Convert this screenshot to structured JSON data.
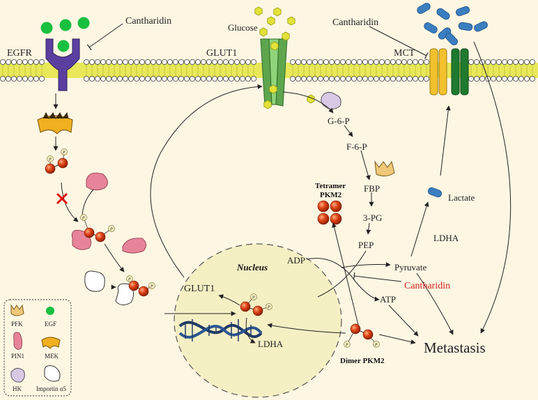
{
  "labels": {
    "egfr": "EGFR",
    "glut1_membrane": "GLUT1",
    "mct": "MCT",
    "cantharidin_egfr": "Cantharidin",
    "cantharidin_mct": "Cantharidin",
    "cantharidin_red": "Cantharidin",
    "glucose": "Glucose",
    "g6p": "G-6-P",
    "f6p": "F-6-P",
    "fbp": "FBP",
    "pg3": "3-PG",
    "pep": "PEP",
    "pyruvate": "Pyruvate",
    "adp": "ADP",
    "atp": "ATP",
    "lactate": "Lactate",
    "ldha_right": "LDHA",
    "tetramer_line1": "Tetramer",
    "tetramer_line2": "PKM2",
    "dimer": "Dimer PKM2",
    "nucleus": "Nucleus",
    "glut1_nucleus": "GLUT1",
    "ldha_nucleus": "LDHA",
    "metastasis": "Metastasis",
    "phospho": "P"
  },
  "legend": [
    {
      "icon": "pfk-icon",
      "label": "PFK"
    },
    {
      "icon": "egf-icon",
      "label": "EGF"
    },
    {
      "icon": "pin1-icon",
      "label": "PIN1"
    },
    {
      "icon": "mek-icon",
      "label": "MEK"
    },
    {
      "icon": "hk-icon",
      "label": "HK"
    },
    {
      "icon": "importin-icon",
      "label": "Importin α5"
    }
  ],
  "colors": {
    "background": "#fdf6e3",
    "membrane": "#e8e85a",
    "egfr": "#5b3fa0",
    "egf": "#19c040",
    "glut1": "#7cc86a",
    "glucose": "#e2e23a",
    "mct_yellow": "#f2c12e",
    "mct_green": "#1e7a2e",
    "lactate": "#3a7ec0",
    "pkm2": "#cc3010",
    "pin1": "#e8849a",
    "mek": "#f0b020",
    "pfk": "#f0c878",
    "hk": "#d9c8e6",
    "nucleus": "#f5efc4",
    "dna": "#1f3a66",
    "cantharidin_red": "#d22020",
    "block": "#e01010"
  }
}
